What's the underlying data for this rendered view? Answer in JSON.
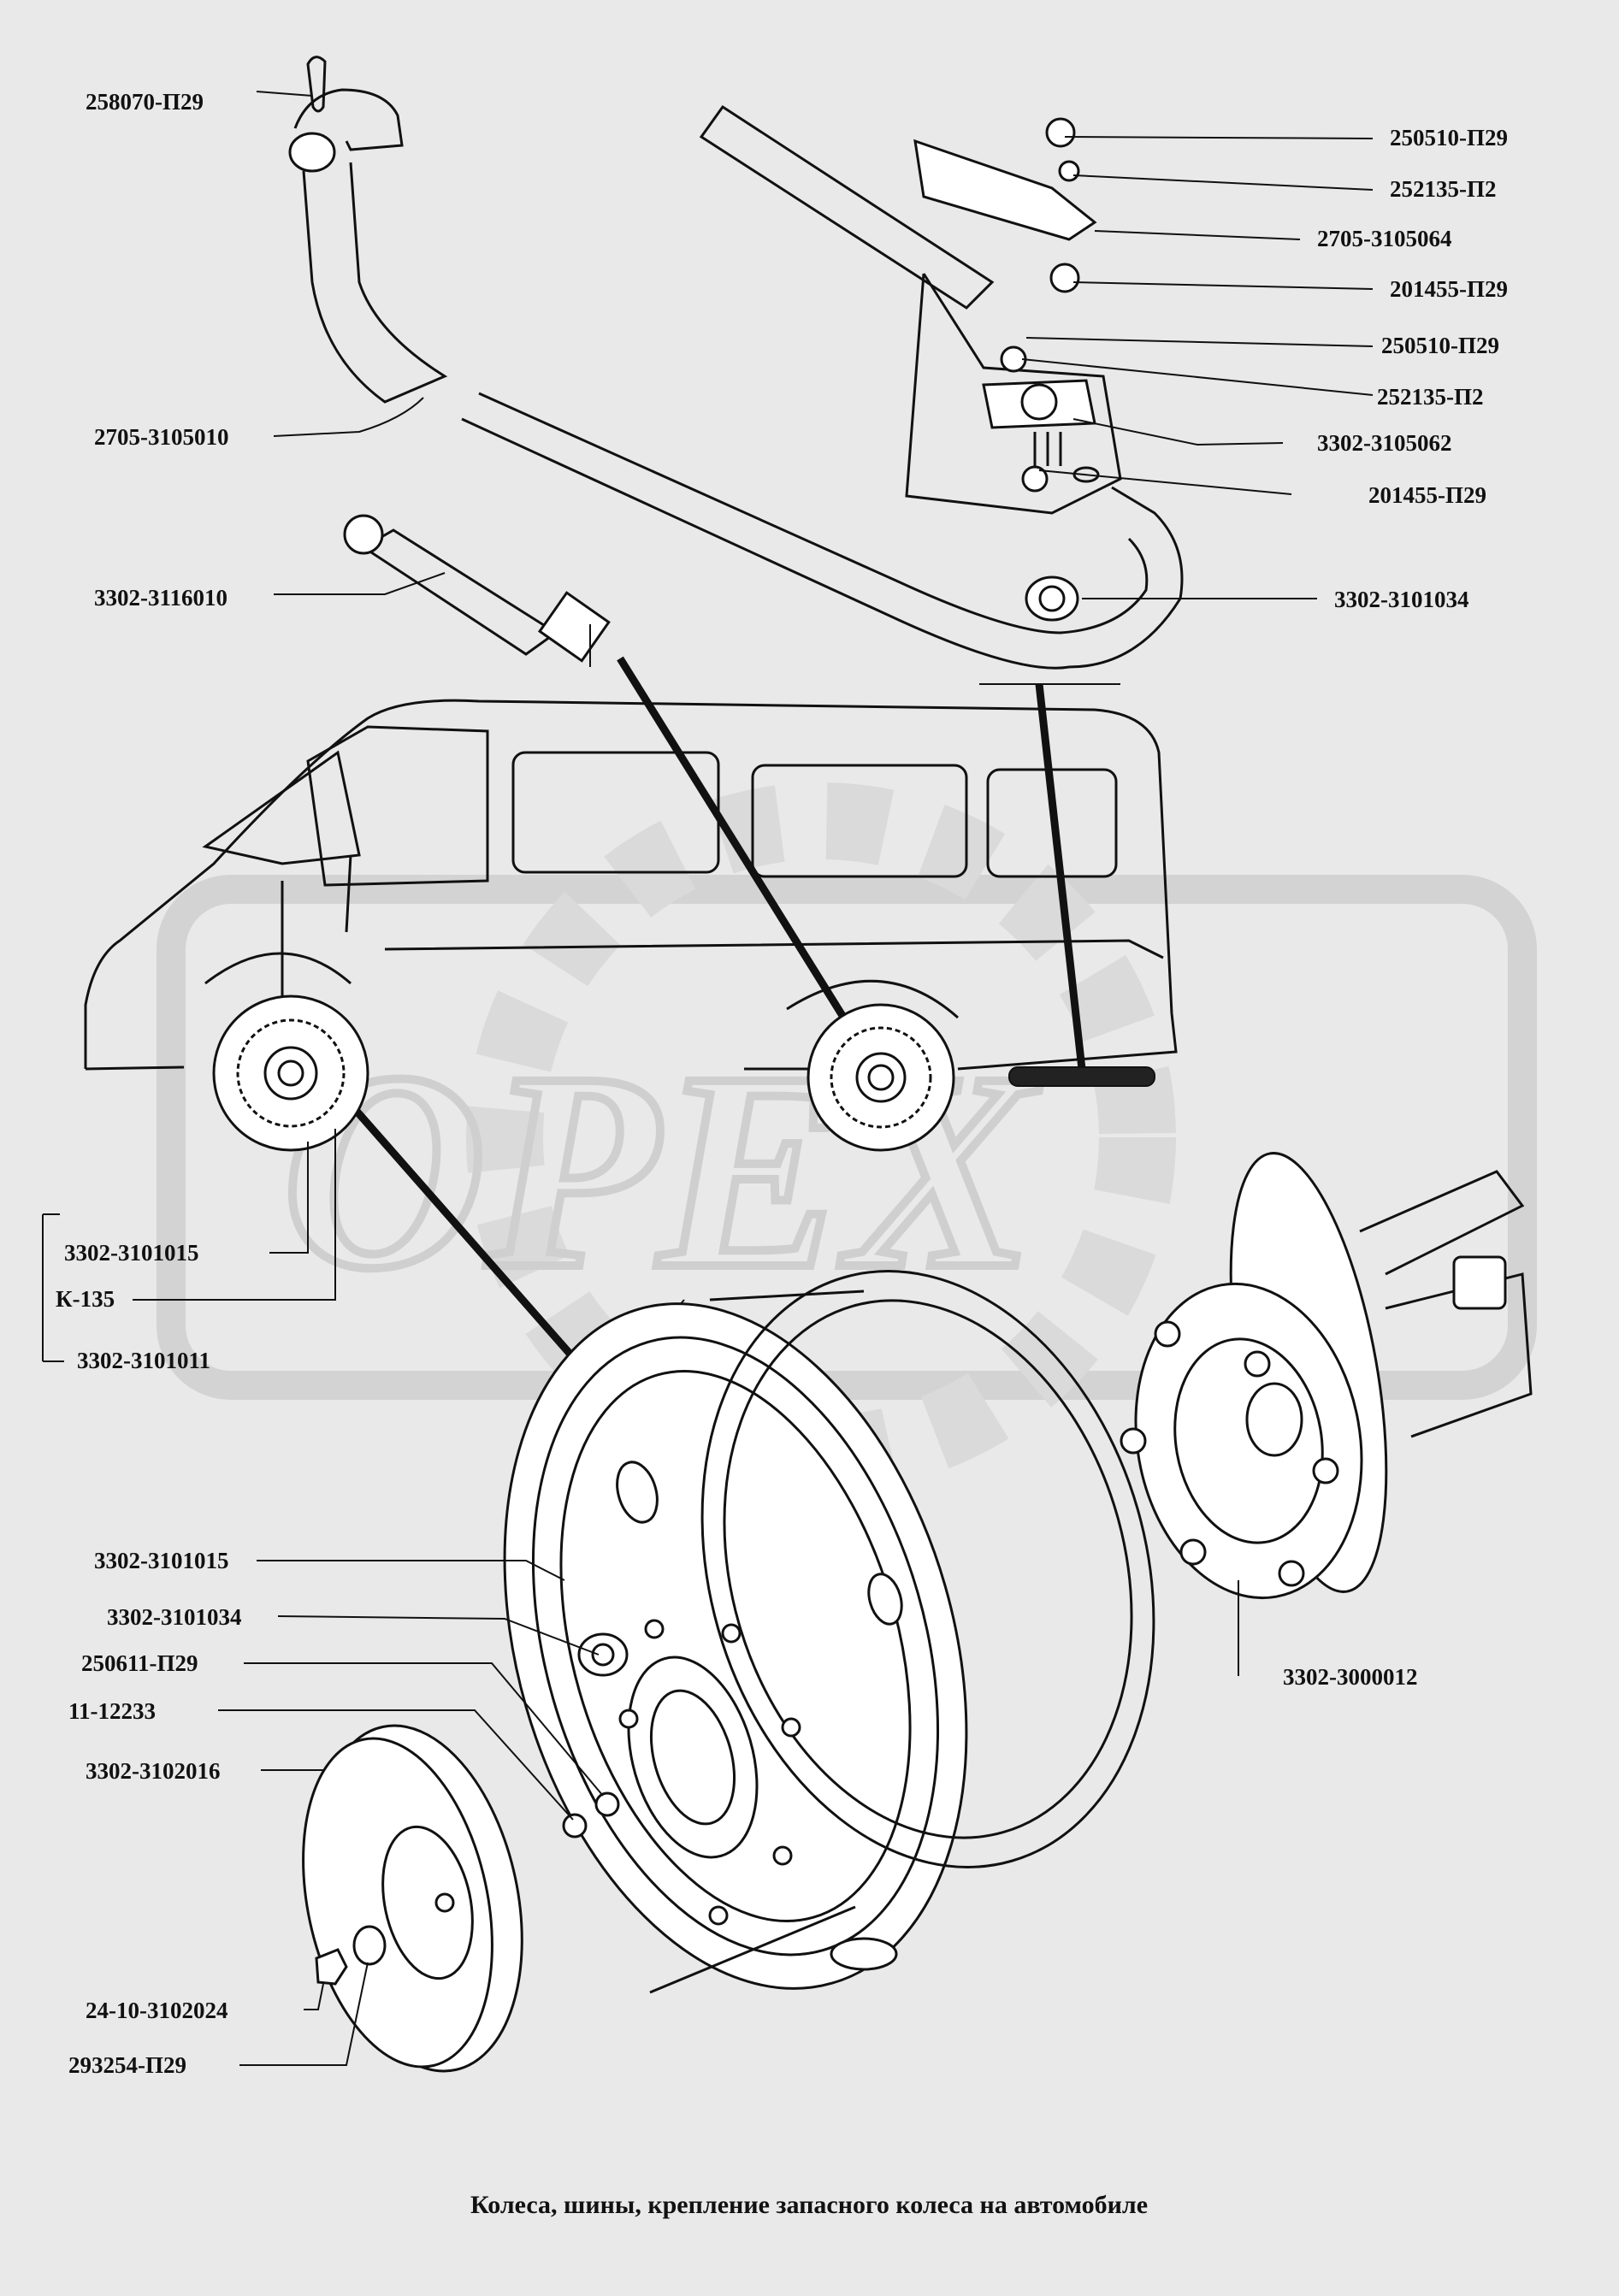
{
  "watermark": "OPEX",
  "caption": "Колеса, шины, крепление запасного колеса на автомобиле",
  "labels": {
    "l01": "258070-П29",
    "l02": "250510-П29",
    "l03": "252135-П2",
    "l04": "2705-3105064",
    "l05": "201455-П29",
    "l06": "250510-П29",
    "l07": "252135-П2",
    "l08": "2705-3105010",
    "l09": "3302-3105062",
    "l10": "201455-П29",
    "l11": "3302-3116010",
    "l12": "3302-3101034",
    "l13": "3302-3101015",
    "l14": "К-135",
    "l15": "3302-3101011",
    "l16": "3302-3101015",
    "l17": "3302-3101034",
    "l18": "250611-П29",
    "l19": "11-12233",
    "l20": "3302-3102016",
    "l21": "3302-3000012",
    "l22": "24-10-3102024",
    "l23": "293254-П29"
  }
}
